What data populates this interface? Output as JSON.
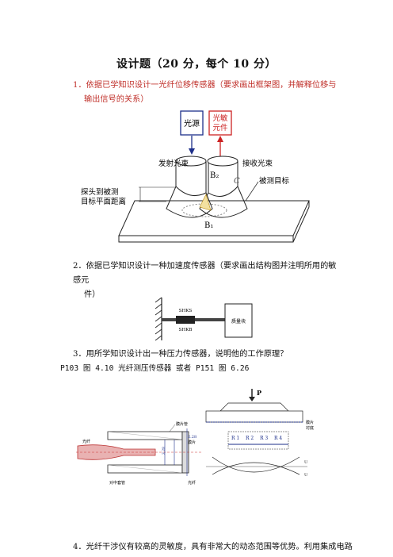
{
  "title": "设计题（20 分，每个 10 分）",
  "q1": {
    "line1": "1．依据已学知识设计一光纤位移传感器（要求画出框架图，并解释位移与",
    "line2": "输出信号的关系）"
  },
  "fig1": {
    "light_source": "光源",
    "detector_line1": "光敏",
    "detector_line2": "元件",
    "emit_beam": "发射光束",
    "receive_beam": "接收光束",
    "target": "被测目标",
    "distance_line1": "探头到被测",
    "distance_line2": "目标平面距离",
    "b2": "B₂",
    "b1": "B₁",
    "c": "C"
  },
  "q2": {
    "line1": "2．依据已学知识设计一种加速度传感器（要求画出结构图并注明所用的敏感元",
    "line2": "件）"
  },
  "fig2": {
    "upper": "SHKS",
    "lower": "SHKB",
    "box": "质量块"
  },
  "q3": {
    "line1": "3．用所学知识设计出一种压力传感器，说明他的工作原理？"
  },
  "ref": "P103  图 4.10 光纤测压传感器  或者 P151 图 6.26",
  "fig3": {
    "label_top": "膜片管",
    "label_mid": "光纤",
    "label_right": "光纤",
    "label_left": "对中套管",
    "dim1": "2.28",
    "dim2": "膜片",
    "p": "P",
    "r1": "R 1",
    "r2": "R 2",
    "r3": "R 3",
    "r4": "R 4",
    "side": "膜片",
    "side2": "衬底",
    "u1": "U",
    "u2": "U"
  },
  "q4": {
    "line1": "4．光纤干涉仪有较高的灵敏度，具有非常大的动态范围等优势。利用集成电路"
  }
}
